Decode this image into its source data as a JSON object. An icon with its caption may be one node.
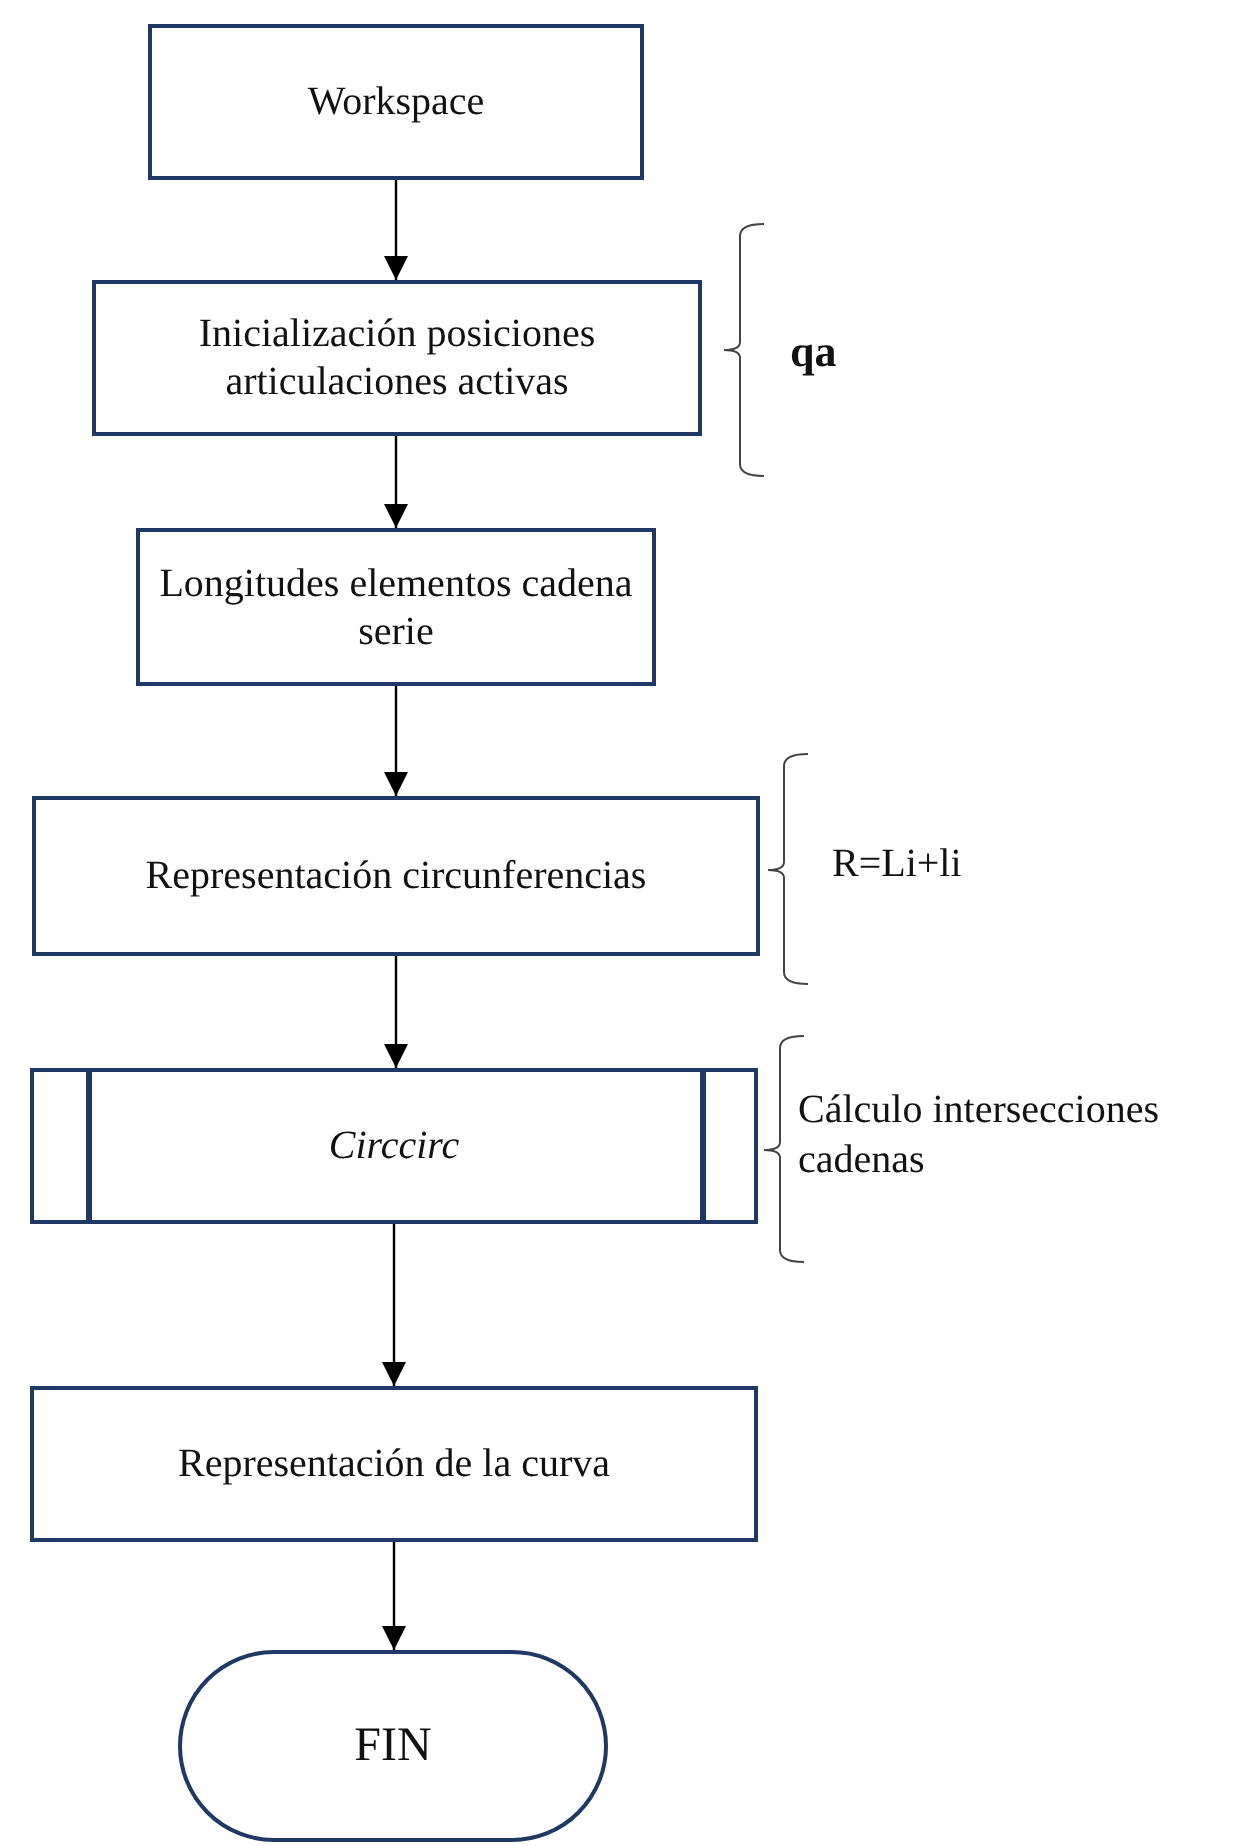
{
  "diagram": {
    "nodes": [
      {
        "text": [
          "Workspace"
        ]
      },
      {
        "text": [
          "Inicialización posiciones articulaciones activas"
        ]
      },
      {
        "text": [
          "Longitudes elementos cadena serie"
        ]
      },
      {
        "text": [
          "Representación circunferencias"
        ]
      },
      {
        "text": [
          "Circcirc"
        ]
      },
      {
        "text": [
          "Representación de la curva"
        ]
      },
      {
        "text": [
          "FIN"
        ]
      }
    ],
    "edges": [
      {
        "from": 0,
        "to": 1,
        "arrow": "to"
      },
      {
        "from": 1,
        "to": 2,
        "arrow": "to"
      },
      {
        "from": 2,
        "to": 3,
        "arrow": "to"
      },
      {
        "from": 3,
        "to": 4,
        "arrow": "to"
      },
      {
        "from": 4,
        "to": 5,
        "arrow": "to"
      },
      {
        "from": 5,
        "to": 6,
        "arrow": "to"
      }
    ],
    "labels": [
      "qa",
      "R=Li+li",
      "Cálculo intersecciones cadenas"
    ]
  }
}
